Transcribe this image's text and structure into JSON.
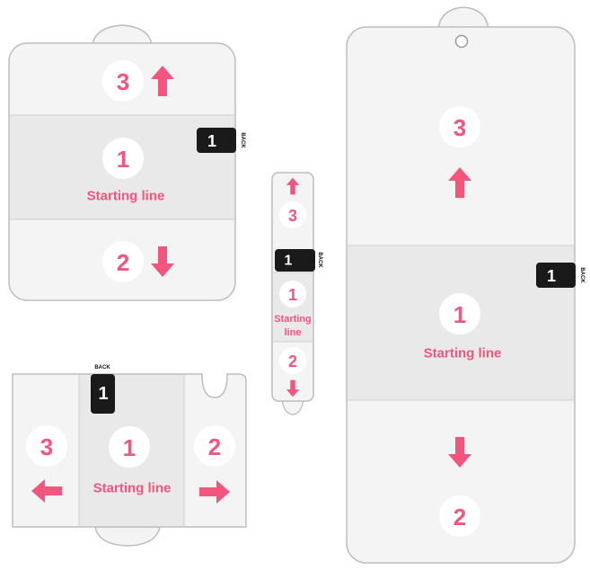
{
  "colors": {
    "accent": "#f2557e",
    "film": "#f4f4f4",
    "band": "#e9e9e9",
    "edge": "#bdbdbd",
    "tab": "#1a1a1a"
  },
  "labels": {
    "n1": "1",
    "n2": "2",
    "n3": "3",
    "starting_line": "Starting line",
    "starting": "Starting",
    "line": "line",
    "back": "BACK"
  },
  "icons": [
    "arrow-up-icon",
    "arrow-down-icon",
    "arrow-left-icon",
    "arrow-right-icon",
    "tab-icon"
  ]
}
